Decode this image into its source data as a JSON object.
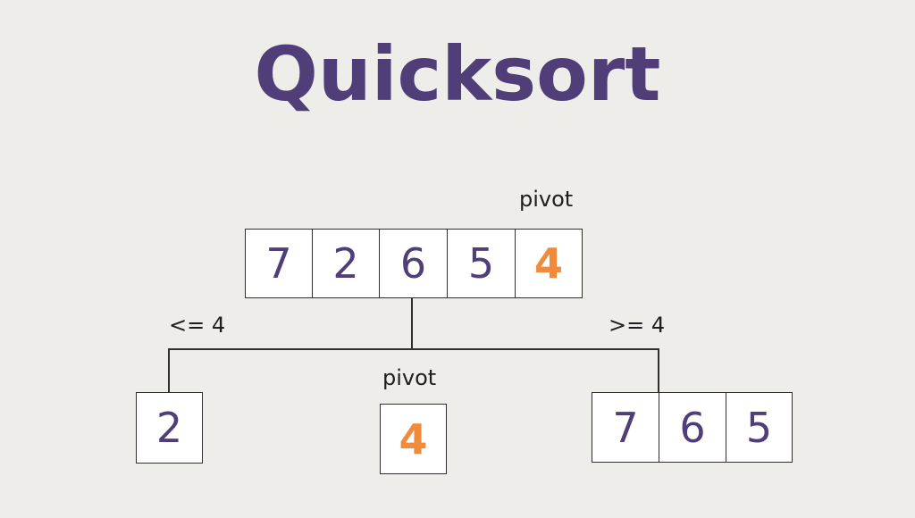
{
  "title": "Quicksort",
  "top_array": {
    "pivot_label": "pivot",
    "cells": [
      {
        "value": "7",
        "is_pivot": false
      },
      {
        "value": "2",
        "is_pivot": false
      },
      {
        "value": "6",
        "is_pivot": false
      },
      {
        "value": "5",
        "is_pivot": false
      },
      {
        "value": "4",
        "is_pivot": true
      }
    ]
  },
  "left_branch": {
    "label": "<= 4",
    "cells": [
      {
        "value": "2",
        "is_pivot": false
      }
    ]
  },
  "middle": {
    "pivot_label": "pivot",
    "value": "4"
  },
  "right_branch": {
    "label": ">= 4",
    "cells": [
      {
        "value": "7",
        "is_pivot": false
      },
      {
        "value": "6",
        "is_pivot": false
      },
      {
        "value": "5",
        "is_pivot": false
      }
    ]
  },
  "colors": {
    "background": "#efedea",
    "accent_purple": "#4f3e78",
    "pivot_orange": "#f28a3c",
    "line": "#2f2f2f"
  }
}
